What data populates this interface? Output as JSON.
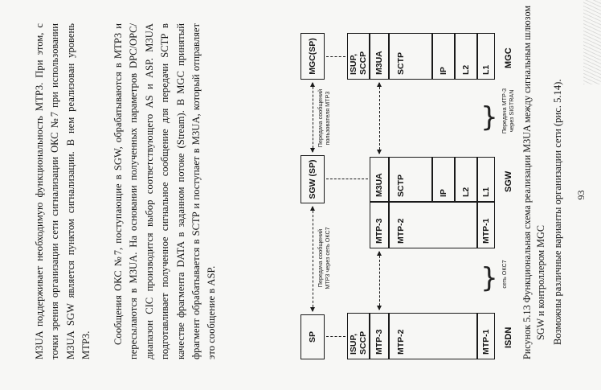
{
  "text": {
    "paragraph_1": "M3UA поддерживает необходимую функциональность MTP3. При этом, с точки зрения организации сети сигнализации ОКС №7 при использовании M3UA SGW является пунктом сигнализации. В нем реализован уровень MTP3.",
    "paragraph_2": "Сообщения ОКС №7, поступающие в SGW, обрабатываются в MTP3 и пересылаются в M3UA. На основании полученных параметров DPC/OPC/диапазон CIC производится выбор соответствующего AS и ASP. M3UA подготавливает полученное сигнальное сообщение для передачи SCTP в качестве фрагмента DATA в заданном потоке (Stream). В MGC принятый фрагмент обрабатывается в SCTP и поступает в M3UA, который отправляет это сообщение в ASP.",
    "caption": "Рисунок 5.13 Функциональная схема реализации M3UA между сигнальным шлюзом SGW и контроллером MGC",
    "after_caption": "Возможны различные варианты организации сети (рис. 5.14).",
    "page_number": "93"
  },
  "diagram": {
    "top_boxes": {
      "sp": "SP",
      "sgw_sp": "SGW (SP)",
      "mgc_sp": "MGC(SP)"
    },
    "arrow_labels": {
      "left": "Передача сообщений MTP3 через сеть ОКС7",
      "right": "Передача сообщений пользователя MTP3"
    },
    "isdn_stack": {
      "isup_sccp": "ISUP, SCCP",
      "mtp3": "MTP-3",
      "mtp2": "MTP-2",
      "mtp1": "MTP-1"
    },
    "sgw_stack": {
      "mtp3": "MTP-3",
      "mtp2": "MTP-2",
      "mtp1": "MTP-1",
      "m3ua": "M3UA",
      "sctp": "SCTP",
      "ip": "IP",
      "l2": "L2",
      "l1": "L1"
    },
    "mgc_stack": {
      "isup_sccp": "ISUP, SCCP",
      "m3ua": "M3UA",
      "sctp": "SCTP",
      "ip": "IP",
      "l2": "L2",
      "l1": "L1"
    },
    "bottom_labels": {
      "isdn": "ISDN",
      "sgw": "SGW",
      "mgc": "MGC",
      "network_okc7": "сеть ОКС7",
      "sigtran": "Передача MTP-3 через SIGTRAN"
    }
  }
}
